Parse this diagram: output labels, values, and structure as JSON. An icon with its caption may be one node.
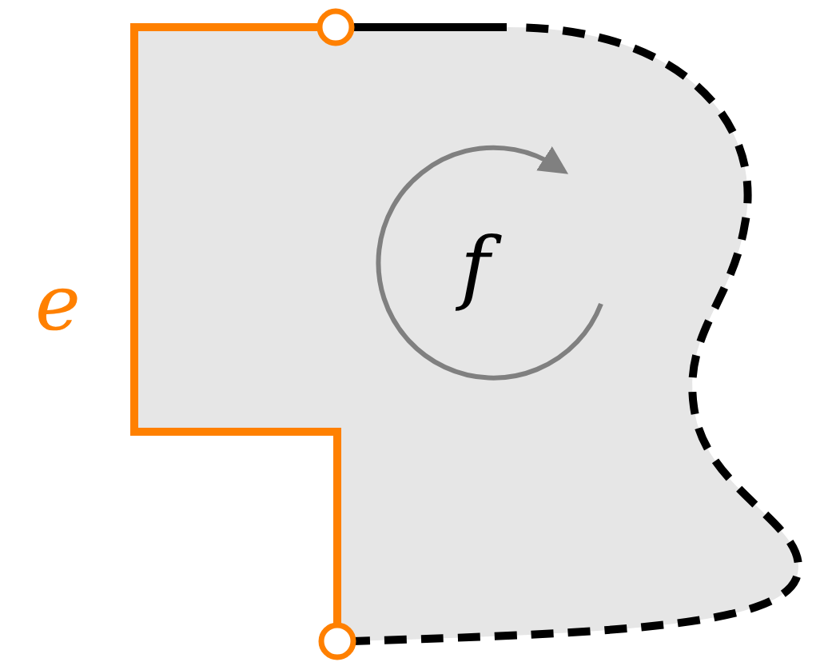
{
  "diagram": {
    "nodes": [
      {
        "text": [
          "f"
        ]
      },
      {
        "text": [],
        "shape": "circle"
      },
      {
        "text": [],
        "shape": "circle"
      }
    ],
    "edges": [
      {
        "from": 1,
        "to": 2,
        "arrow": "none",
        "label": "e",
        "color": "#ff8000"
      },
      {
        "from": 1,
        "to": 2,
        "arrow": "none",
        "style": "dashed",
        "color": "#000000"
      }
    ]
  }
}
